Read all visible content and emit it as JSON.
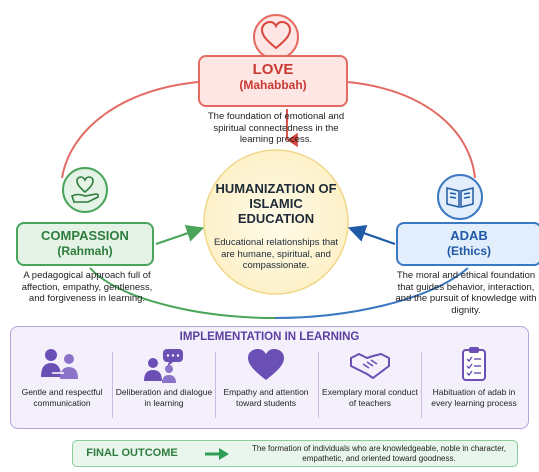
{
  "love": {
    "title": "LOVE",
    "subtitle": "(Mahabbah)",
    "description": "The foundation of emotional and spiritual connectedness in the learning process.",
    "icon": "heart-icon",
    "color": "#c93a33"
  },
  "center": {
    "title": "HUMANIZATION OF ISLAMIC EDUCATION",
    "description": "Educational relationships that are humane, spiritual, and compassionate."
  },
  "compassion": {
    "title": "COMPASSION",
    "subtitle": "(Rahmah)",
    "description": "A pedagogical approach full of affection, empathy, gentleness, and forgiveness in learning.",
    "icon": "heart-in-hand-icon",
    "color": "#2e7d3d"
  },
  "adab": {
    "title": "ADAB",
    "subtitle": "(Ethics)",
    "description": "The moral and ethical foundation that guides behavior, interaction, and the pursuit of knowledge with dignity.",
    "icon": "open-book-icon",
    "color": "#1f5aa6"
  },
  "implementation": {
    "title": "IMPLEMENTATION IN LEARNING",
    "items": [
      {
        "label": "Gentle and respectful communication",
        "icon": "people-communication-icon"
      },
      {
        "label": "Deliberation and dialogue in learning",
        "icon": "speech-bubble-people-icon"
      },
      {
        "label": "Empathy and attention toward students",
        "icon": "heart-icon"
      },
      {
        "label": "Exemplary moral conduct of teachers",
        "icon": "handshake-icon"
      },
      {
        "label": "Habituation of adab in every learning process",
        "icon": "checklist-icon"
      }
    ],
    "color": "#5b3fa3"
  },
  "final_outcome": {
    "label": "FINAL OUTCOME",
    "text": "The formation of individuals who are knowledgeable, noble in character, empathetic, and oriented toward goodness.",
    "icon": "arrow-right-icon"
  }
}
